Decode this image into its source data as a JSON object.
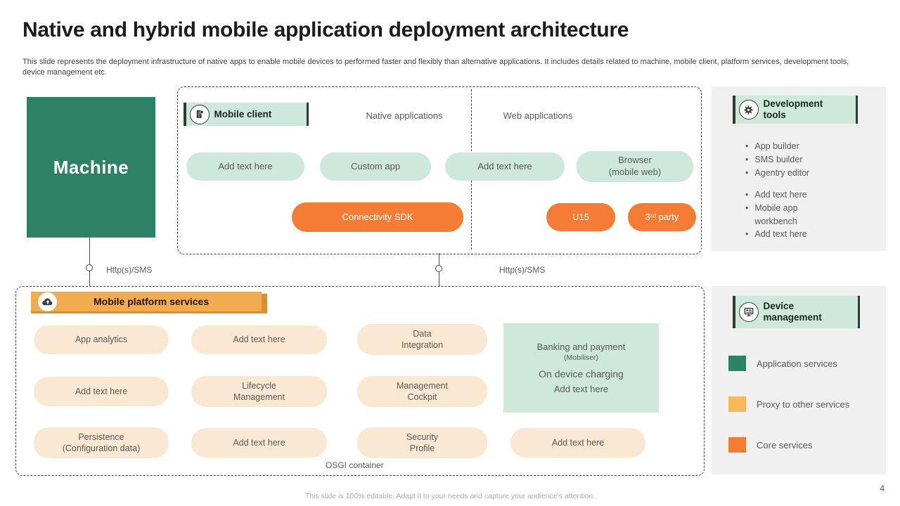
{
  "slide": {
    "title": "Native and hybrid mobile application deployment architecture",
    "subtitle": "This slide represents the deployment infrastructure of native apps to enable mobile devices to performed faster and flexibly than alternative applications. It includes details related to machine, mobile client, platform services, development tools, device management etc.",
    "footer": "This slide is 100% editable. Adapt it to your needs and capture your audience's attention.",
    "page_number": "4"
  },
  "machine": {
    "label": "Machine"
  },
  "connectors": {
    "left_label": "Http(s)/SMS",
    "middle_label": "Http(s)/SMS"
  },
  "mobile_client": {
    "header": "Mobile client",
    "native_section": "Native applications",
    "web_section": "Web applications",
    "pills": {
      "native_1": "Add text here",
      "native_2": "Custom app",
      "web_1": "Add text here",
      "web_2": "Browser\n(mobile web)",
      "sdk": "Connectivity SDK",
      "u15": "U15",
      "third_party": "3ʳᵈ party"
    }
  },
  "development_tools": {
    "header": "Development\ntools",
    "group1": [
      "App builder",
      "SMS builder",
      "Agentry editor"
    ],
    "group2": [
      "Add text here",
      "Mobile app workbench",
      "Add text here"
    ]
  },
  "platform_services": {
    "header": "Mobile platform services",
    "pills": {
      "r1c1": "App analytics",
      "r1c2": "Add text here",
      "r1c3": "Data\nIntegration",
      "r2c1": "Add text here",
      "r2c2": "Lifecycle\nManagement",
      "r2c3": "Management\nCockpit",
      "r3c1": "Persistence\n(Configuration data)",
      "r3c2": "Add text here",
      "r3c3": "Security\nProfile",
      "r3c4": "Add text here"
    },
    "banking_box": {
      "title": "Banking and payment",
      "subtitle": "(Mobiliser)",
      "line2": "On device charging",
      "line3": "Add text here"
    },
    "container_label": "OSGI container"
  },
  "device_management": {
    "header": "Device\nmanagement",
    "legend": [
      {
        "label": "Application services",
        "color": "#2E8164"
      },
      {
        "label": "Proxy to other services",
        "color": "#F7B95C"
      },
      {
        "label": "Core services",
        "color": "#F47C35"
      }
    ]
  },
  "colors": {
    "application_services_green": "#2E8164",
    "light_green_fill": "#CEE8DB",
    "proxy_orange": "#F7B95C",
    "core_orange": "#F47C35",
    "peach_fill": "#FBE8D2",
    "platform_header_orange": "#F2AC4F"
  }
}
